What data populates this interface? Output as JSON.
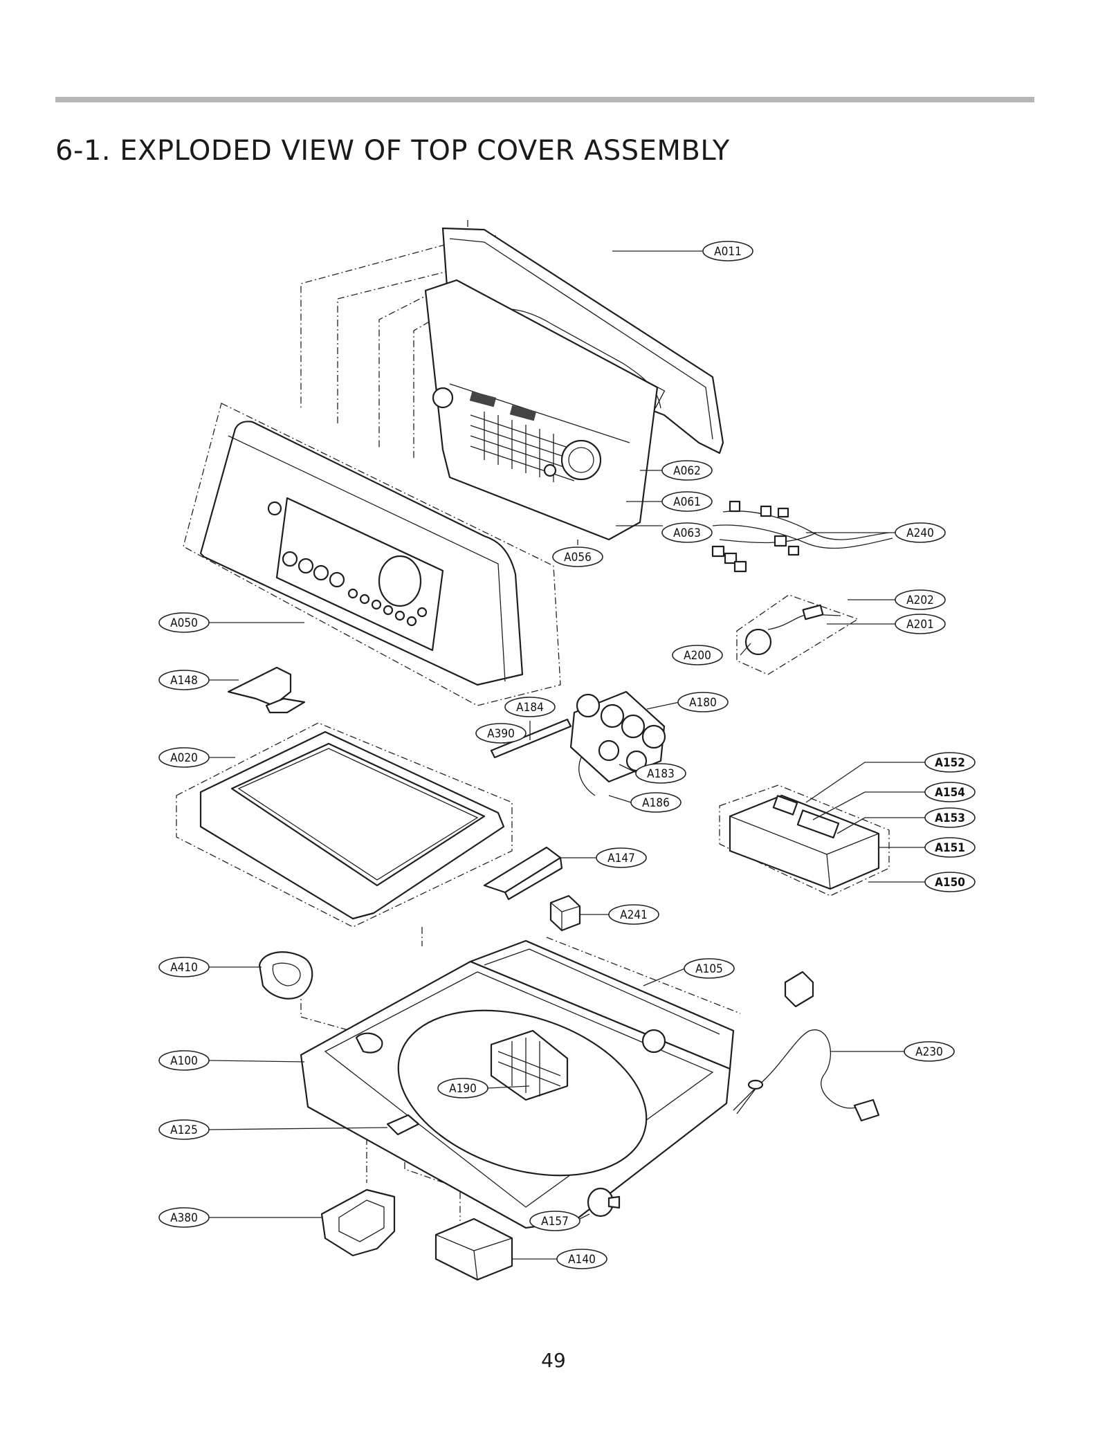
{
  "page": {
    "title": "6-1. EXPLODED VIEW OF TOP COVER ASSEMBLY",
    "page_number": "49"
  },
  "diagram": {
    "part_labels": [
      {
        "id": "A011",
        "text": "A011",
        "bold": false
      },
      {
        "id": "A062",
        "text": "A062",
        "bold": false
      },
      {
        "id": "A061",
        "text": "A061",
        "bold": false
      },
      {
        "id": "A063",
        "text": "A063",
        "bold": false
      },
      {
        "id": "A056",
        "text": "A056",
        "bold": false
      },
      {
        "id": "A240",
        "text": "A240",
        "bold": false
      },
      {
        "id": "A202",
        "text": "A202",
        "bold": false
      },
      {
        "id": "A201",
        "text": "A201",
        "bold": false
      },
      {
        "id": "A200",
        "text": "A200",
        "bold": false
      },
      {
        "id": "A050",
        "text": "A050",
        "bold": false
      },
      {
        "id": "A148",
        "text": "A148",
        "bold": false
      },
      {
        "id": "A184",
        "text": "A184",
        "bold": false
      },
      {
        "id": "A180",
        "text": "A180",
        "bold": false
      },
      {
        "id": "A390",
        "text": "A390",
        "bold": false
      },
      {
        "id": "A020",
        "text": "A020",
        "bold": false
      },
      {
        "id": "A183",
        "text": "A183",
        "bold": false
      },
      {
        "id": "A186",
        "text": "A186",
        "bold": false
      },
      {
        "id": "A152",
        "text": "A152",
        "bold": true
      },
      {
        "id": "A154",
        "text": "A154",
        "bold": true
      },
      {
        "id": "A153",
        "text": "A153",
        "bold": true
      },
      {
        "id": "A151",
        "text": "A151",
        "bold": true
      },
      {
        "id": "A150",
        "text": "A150",
        "bold": true
      },
      {
        "id": "A147",
        "text": "A147",
        "bold": false
      },
      {
        "id": "A241",
        "text": "A241",
        "bold": false
      },
      {
        "id": "A410",
        "text": "A410",
        "bold": false
      },
      {
        "id": "A105",
        "text": "A105",
        "bold": false
      },
      {
        "id": "A100",
        "text": "A100",
        "bold": false
      },
      {
        "id": "A230",
        "text": "A230",
        "bold": false
      },
      {
        "id": "A190",
        "text": "A190",
        "bold": false
      },
      {
        "id": "A125",
        "text": "A125",
        "bold": false
      },
      {
        "id": "A380",
        "text": "A380",
        "bold": false
      },
      {
        "id": "A157",
        "text": "A157",
        "bold": false
      },
      {
        "id": "A140",
        "text": "A140",
        "bold": false
      }
    ]
  }
}
